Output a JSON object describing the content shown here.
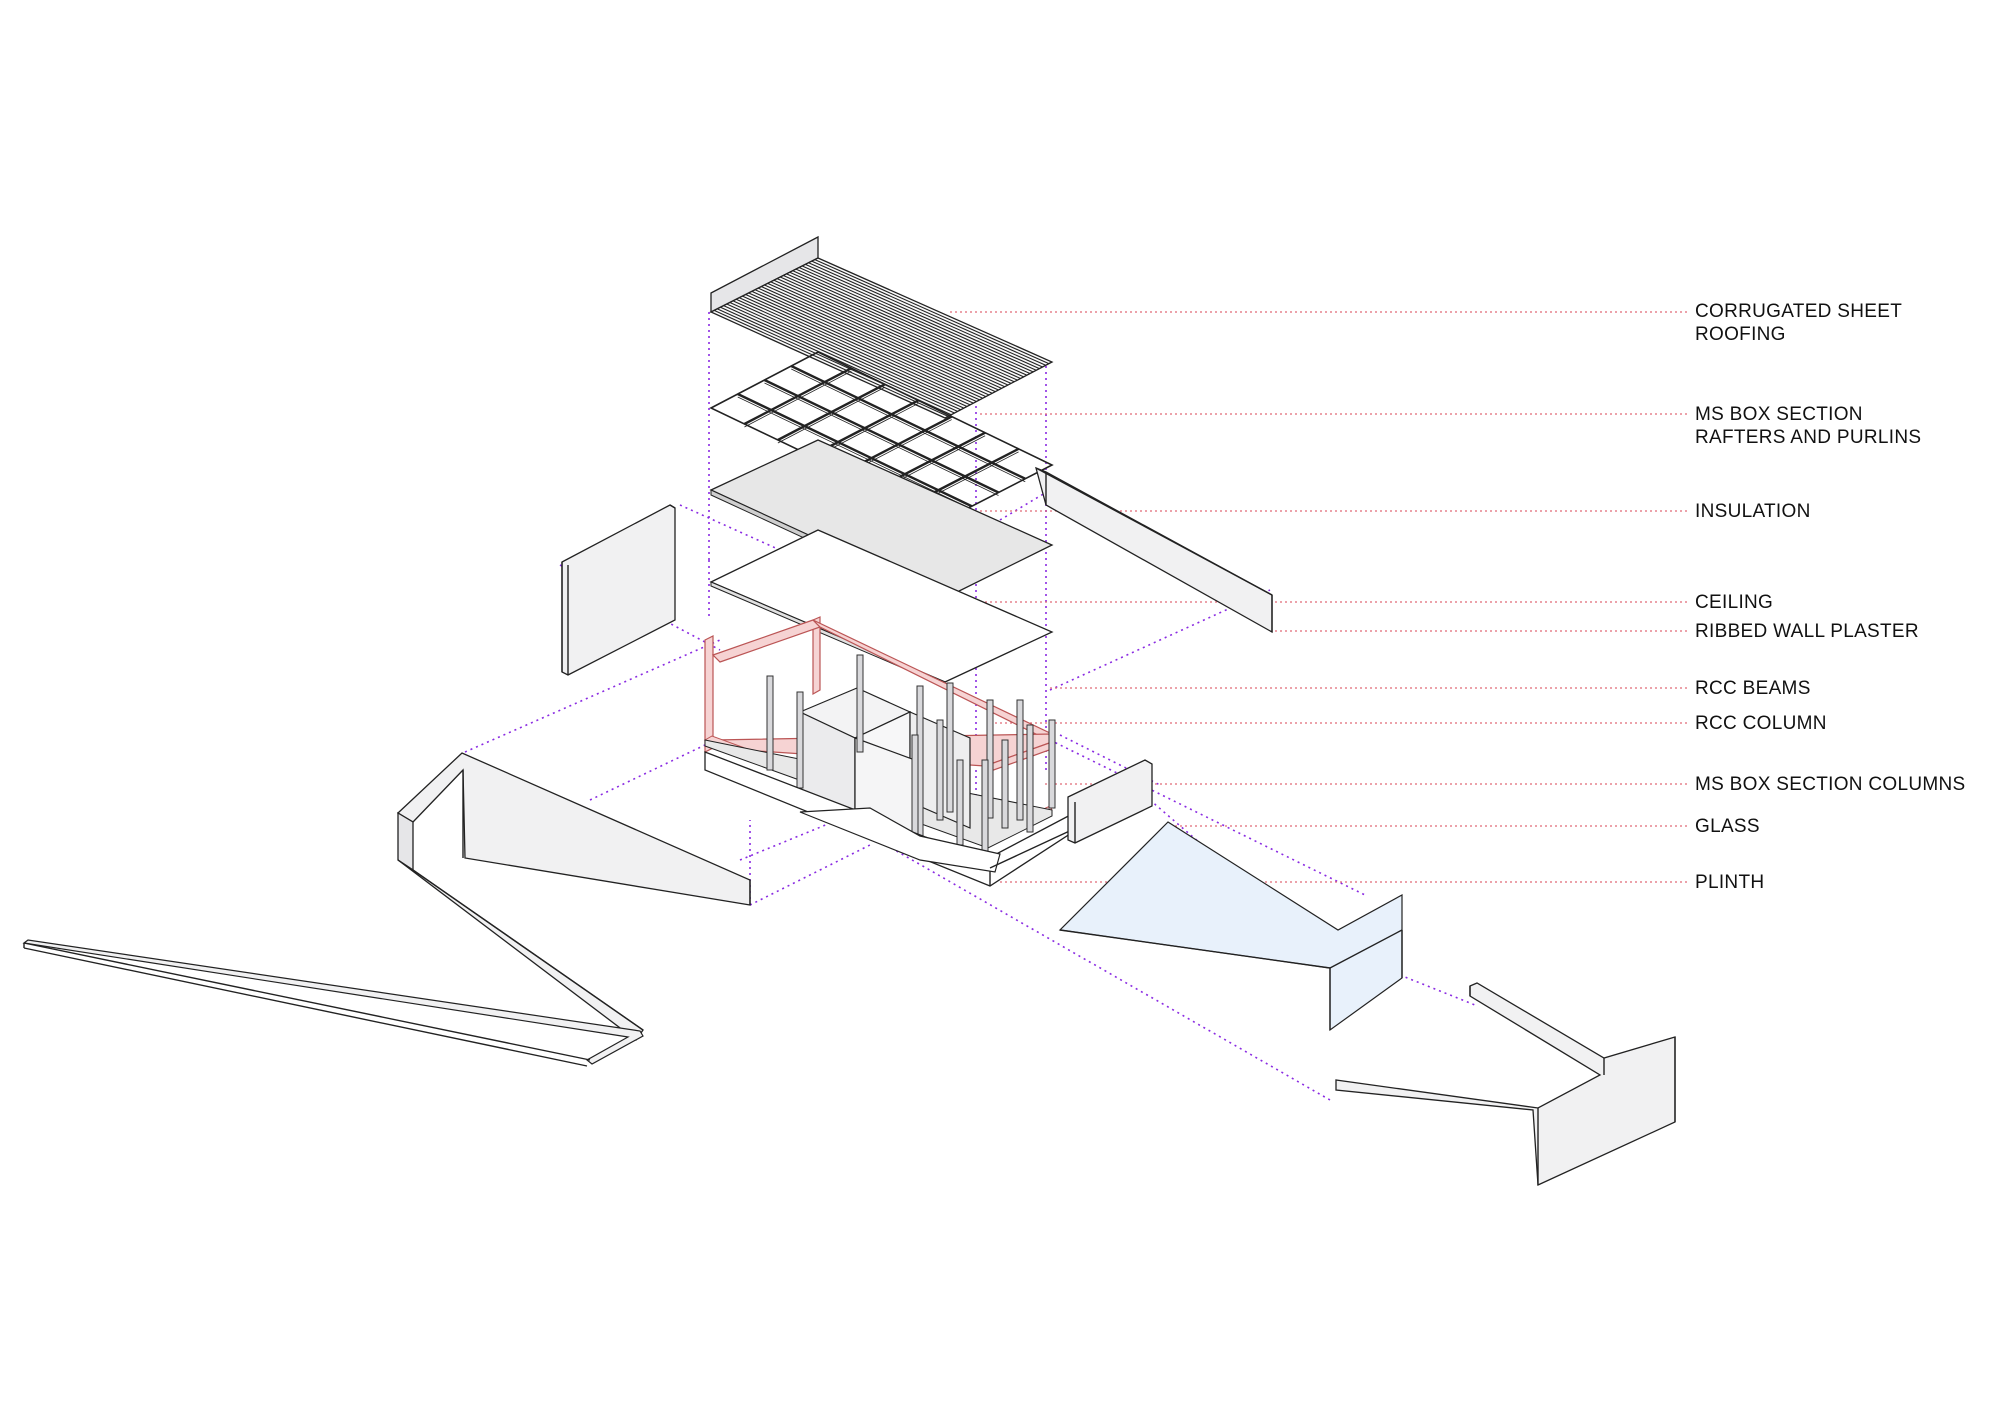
{
  "labels": {
    "corrugated": {
      "line1": "CORRUGATED SHEET",
      "line2": "ROOFING"
    },
    "ms_rafters": {
      "line1": "MS BOX SECTION",
      "line2": "RAFTERS AND PURLINS"
    },
    "insulation": "INSULATION",
    "ceiling": "CEILING",
    "ribbed_plaster": "RIBBED WALL PLASTER",
    "rcc_beams": "RCC BEAMS",
    "rcc_column": "RCC COLUMN",
    "ms_columns": "MS BOX SECTION COLUMNS",
    "glass": "GLASS",
    "plinth": "PLINTH"
  },
  "colors": {
    "leader_line": "#e06a78",
    "projection_line": "#8a2be2",
    "outline": "#222222",
    "wall_fill": "#f1f1f2",
    "glass_fill": "#e8f1fb",
    "beam_fill": "#f6d3d3",
    "insulation_fill": "#e7e7e7"
  }
}
